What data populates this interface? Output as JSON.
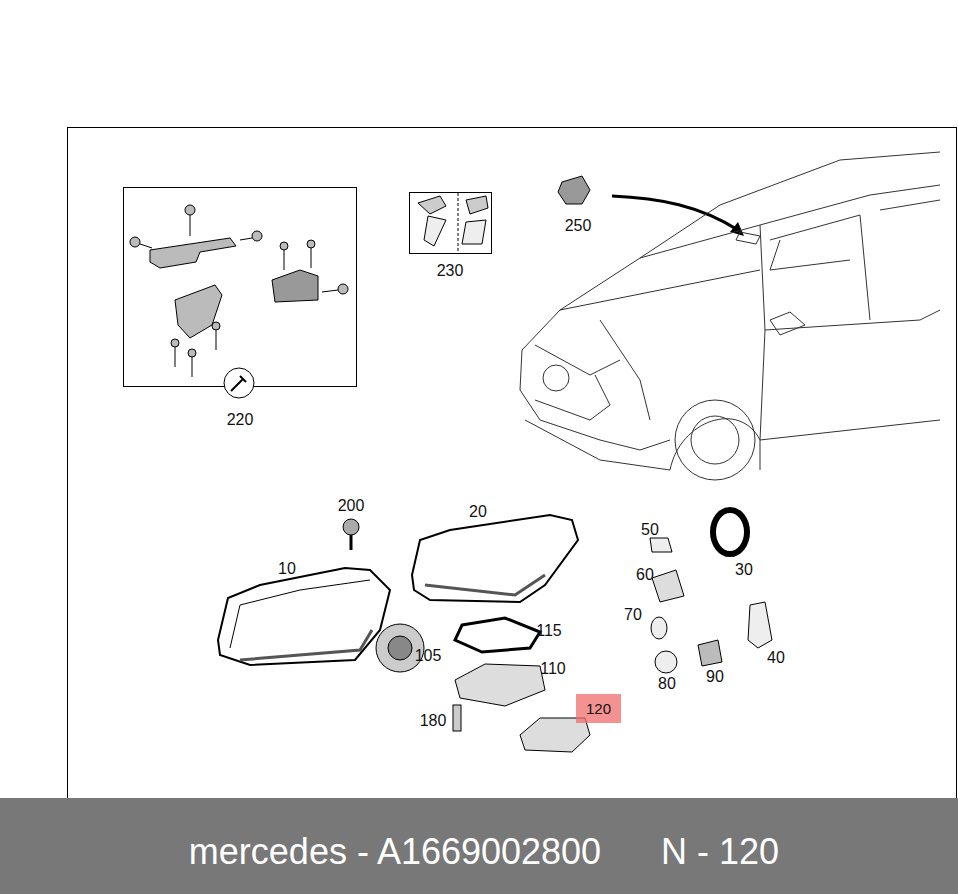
{
  "diagram": {
    "nodes": [
      {
        "text": [
          "120"
        ]
      },
      {
        "text": [
          "mercedes - A1669002800",
          "N - 120"
        ]
      }
    ],
    "labels": [
      "220",
      "230",
      "250",
      "200",
      "20",
      "10",
      "50",
      "30",
      "60",
      "70",
      "40",
      "115",
      "105",
      "110",
      "80",
      "90",
      "180"
    ]
  }
}
